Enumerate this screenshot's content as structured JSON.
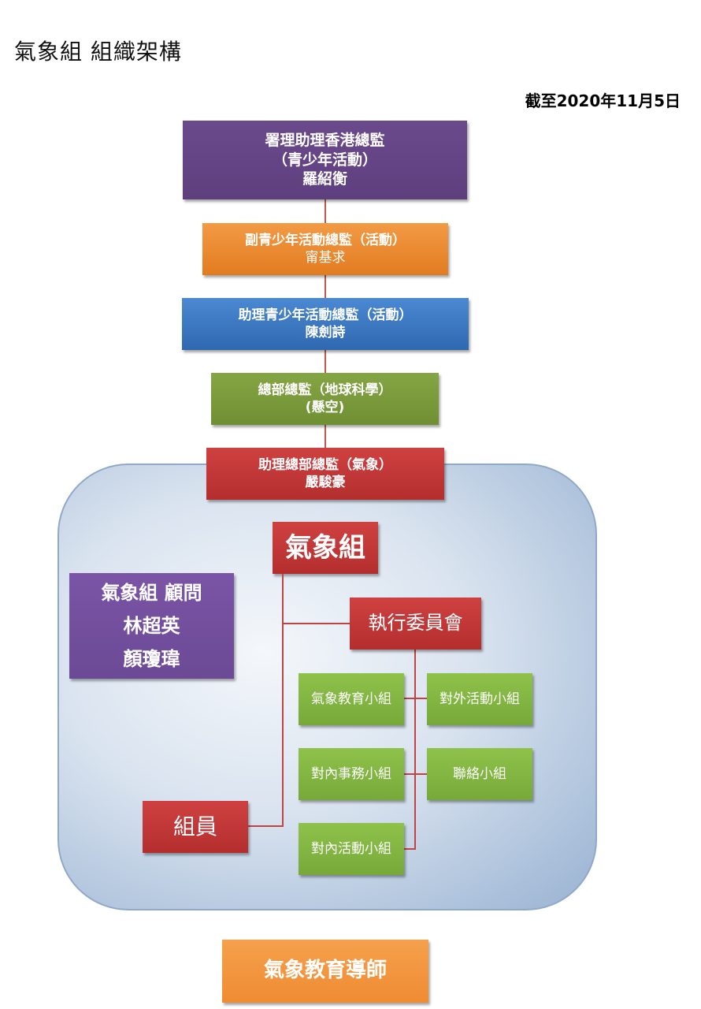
{
  "page": {
    "title": "氣象組  組織架構",
    "date": "截至2020年11月5日"
  },
  "chain": [
    {
      "line1": "署理助理香港總監",
      "line2": "（青少年活動）",
      "line3": "羅紹衡"
    },
    {
      "line1": "副青少年活動總監（活動）",
      "line2": "甯基求"
    },
    {
      "line1": "助理青少年活動總監（活動）",
      "line2": "陳劍詩"
    },
    {
      "line1": "總部總監（地球科學）",
      "line2": "(懸空)"
    },
    {
      "line1": "助理總部總監（氣象）",
      "line2": "嚴駿豪"
    }
  ],
  "group": {
    "name": "氣象組",
    "advisor": {
      "line1": "氣象組 顧問",
      "line2": "林超英",
      "line3": "顏瓊瑋"
    },
    "committee": "執行委員會",
    "members": "組員",
    "subgroups": [
      "氣象教育小組",
      "對外活動小組",
      "對內事務小組",
      "聯絡小組",
      "對內活動小組"
    ]
  },
  "footer": {
    "mentor": "氣象教育導師"
  },
  "colors": {
    "purple": "#5e3f7e",
    "orange": "#e27c20",
    "blue": "#2f68b0",
    "olive": "#6f8f33",
    "red": "#b42e2e",
    "green": "#77a93a"
  }
}
